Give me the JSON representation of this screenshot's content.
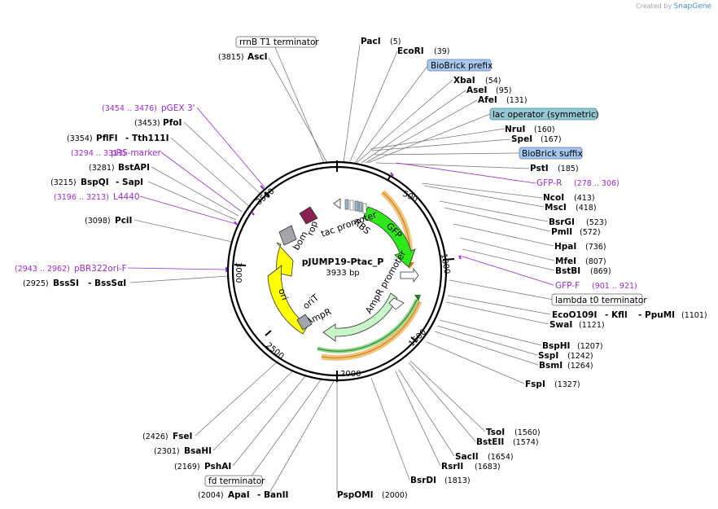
{
  "credit": {
    "prefix": "Created by",
    "brand": "SnapGene"
  },
  "plasmid": {
    "name": "pJUMP19-Ptac_P",
    "length": "3933 bp"
  },
  "ticks": [
    "500",
    "1000",
    "1500",
    "2000",
    "2500",
    "3000",
    "3500"
  ],
  "left_sites": [
    {
      "label": "rrnB T1 terminator",
      "boxed": true
    },
    {
      "pos": "(3815)",
      "name": "AscI"
    },
    {
      "pos": "(3454 .. 3476)",
      "name": "pGEX 3'",
      "primer": true
    },
    {
      "pos": "(3453)",
      "name": "PfoI"
    },
    {
      "pos": "(3354)",
      "name": "PflFI",
      "name2": "- Tth111I"
    },
    {
      "pos": "(3294 .. 3313)",
      "name": "pRS-marker",
      "primer": true
    },
    {
      "pos": "(3281)",
      "name": "BstAPI"
    },
    {
      "pos": "(3215)",
      "name": "BspQI",
      "name2": "- SapI"
    },
    {
      "pos": "(3196 .. 3213)",
      "name": "L4440",
      "primer": true
    },
    {
      "pos": "(3098)",
      "name": "PciI"
    },
    {
      "pos": "(2943 .. 2962)",
      "name": "pBR322ori-F",
      "primer": true
    },
    {
      "pos": "(2925)",
      "name": "BssSI",
      "name2": "- BssSαI"
    },
    {
      "pos": "(2426)",
      "name": "FseI"
    },
    {
      "pos": "(2301)",
      "name": "BsaHI"
    },
    {
      "pos": "(2169)",
      "name": "PshAI"
    },
    {
      "label": "fd terminator",
      "boxed": true
    },
    {
      "pos": "(2004)",
      "name": "ApaI",
      "name2": "- BanII"
    }
  ],
  "right_sites": [
    {
      "name": "PacI",
      "pos": "(5)"
    },
    {
      "name": "EcoRI",
      "pos": "(39)"
    },
    {
      "label": "BioBrick prefix",
      "box": "blue"
    },
    {
      "name": "XbaI",
      "pos": "(54)"
    },
    {
      "name": "AseI",
      "pos": "(95)"
    },
    {
      "name": "AfeI",
      "pos": "(131)"
    },
    {
      "label": "lac operator (symmetric)",
      "box": "teal"
    },
    {
      "name": "NruI",
      "pos": "(160)"
    },
    {
      "name": "SpeI",
      "pos": "(167)"
    },
    {
      "label": "BioBrick suffix",
      "box": "blue"
    },
    {
      "name": "PstI",
      "pos": "(185)"
    },
    {
      "name": "GFP-R",
      "pos": "(278 .. 306)",
      "primer": true
    },
    {
      "name": "NcoI",
      "pos": "(413)"
    },
    {
      "name": "MscI",
      "pos": "(418)"
    },
    {
      "name": "BsrGI",
      "pos": "(523)"
    },
    {
      "name": "PmlI",
      "pos": "(572)"
    },
    {
      "name": "HpaI",
      "pos": "(736)"
    },
    {
      "name": "MfeI",
      "pos": "(807)"
    },
    {
      "name": "BstBI",
      "pos": "(869)"
    },
    {
      "name": "GFP-F",
      "pos": "(901 .. 921)",
      "primer": true
    },
    {
      "label": "lambda t0 terminator",
      "box": "white"
    },
    {
      "name": "EcoO109I",
      "name2": "- KflI",
      "name3": "- PpuMI",
      "pos": "(1101)"
    },
    {
      "name": "SwaI",
      "pos": "(1121)"
    },
    {
      "name": "BspHI",
      "pos": "(1207)"
    },
    {
      "name": "SspI",
      "pos": "(1242)"
    },
    {
      "name": "BsmI",
      "pos": "(1264)"
    },
    {
      "name": "FspI",
      "pos": "(1327)"
    },
    {
      "name": "TsoI",
      "pos": "(1560)"
    },
    {
      "name": "BstEII",
      "pos": "(1574)"
    },
    {
      "name": "SacII",
      "pos": "(1654)"
    },
    {
      "name": "RsrII",
      "pos": "(1683)"
    },
    {
      "name": "BsrDI",
      "pos": "(1813)"
    },
    {
      "name": "PspOMI",
      "pos": "(2000)"
    }
  ],
  "features": {
    "bom": "bom",
    "rop": "rop",
    "tac": "tac promoter",
    "rbs": "RBS",
    "gfp": "GFP",
    "ampr_promoter": "AmpR promoter",
    "ampr": "AmpR",
    "ori": "ori",
    "orit": "oriT"
  },
  "colors": {
    "gfp": "#2ee81a",
    "ampr": "#c9f7c9",
    "ori": "#ffff00",
    "rop": "#8b2152",
    "bom": "#a0a6ac",
    "primer": "#9b2bd1",
    "box_blue": "#a8c8f0",
    "box_teal": "#93c7d1",
    "orange_band": "#f0c27a"
  }
}
